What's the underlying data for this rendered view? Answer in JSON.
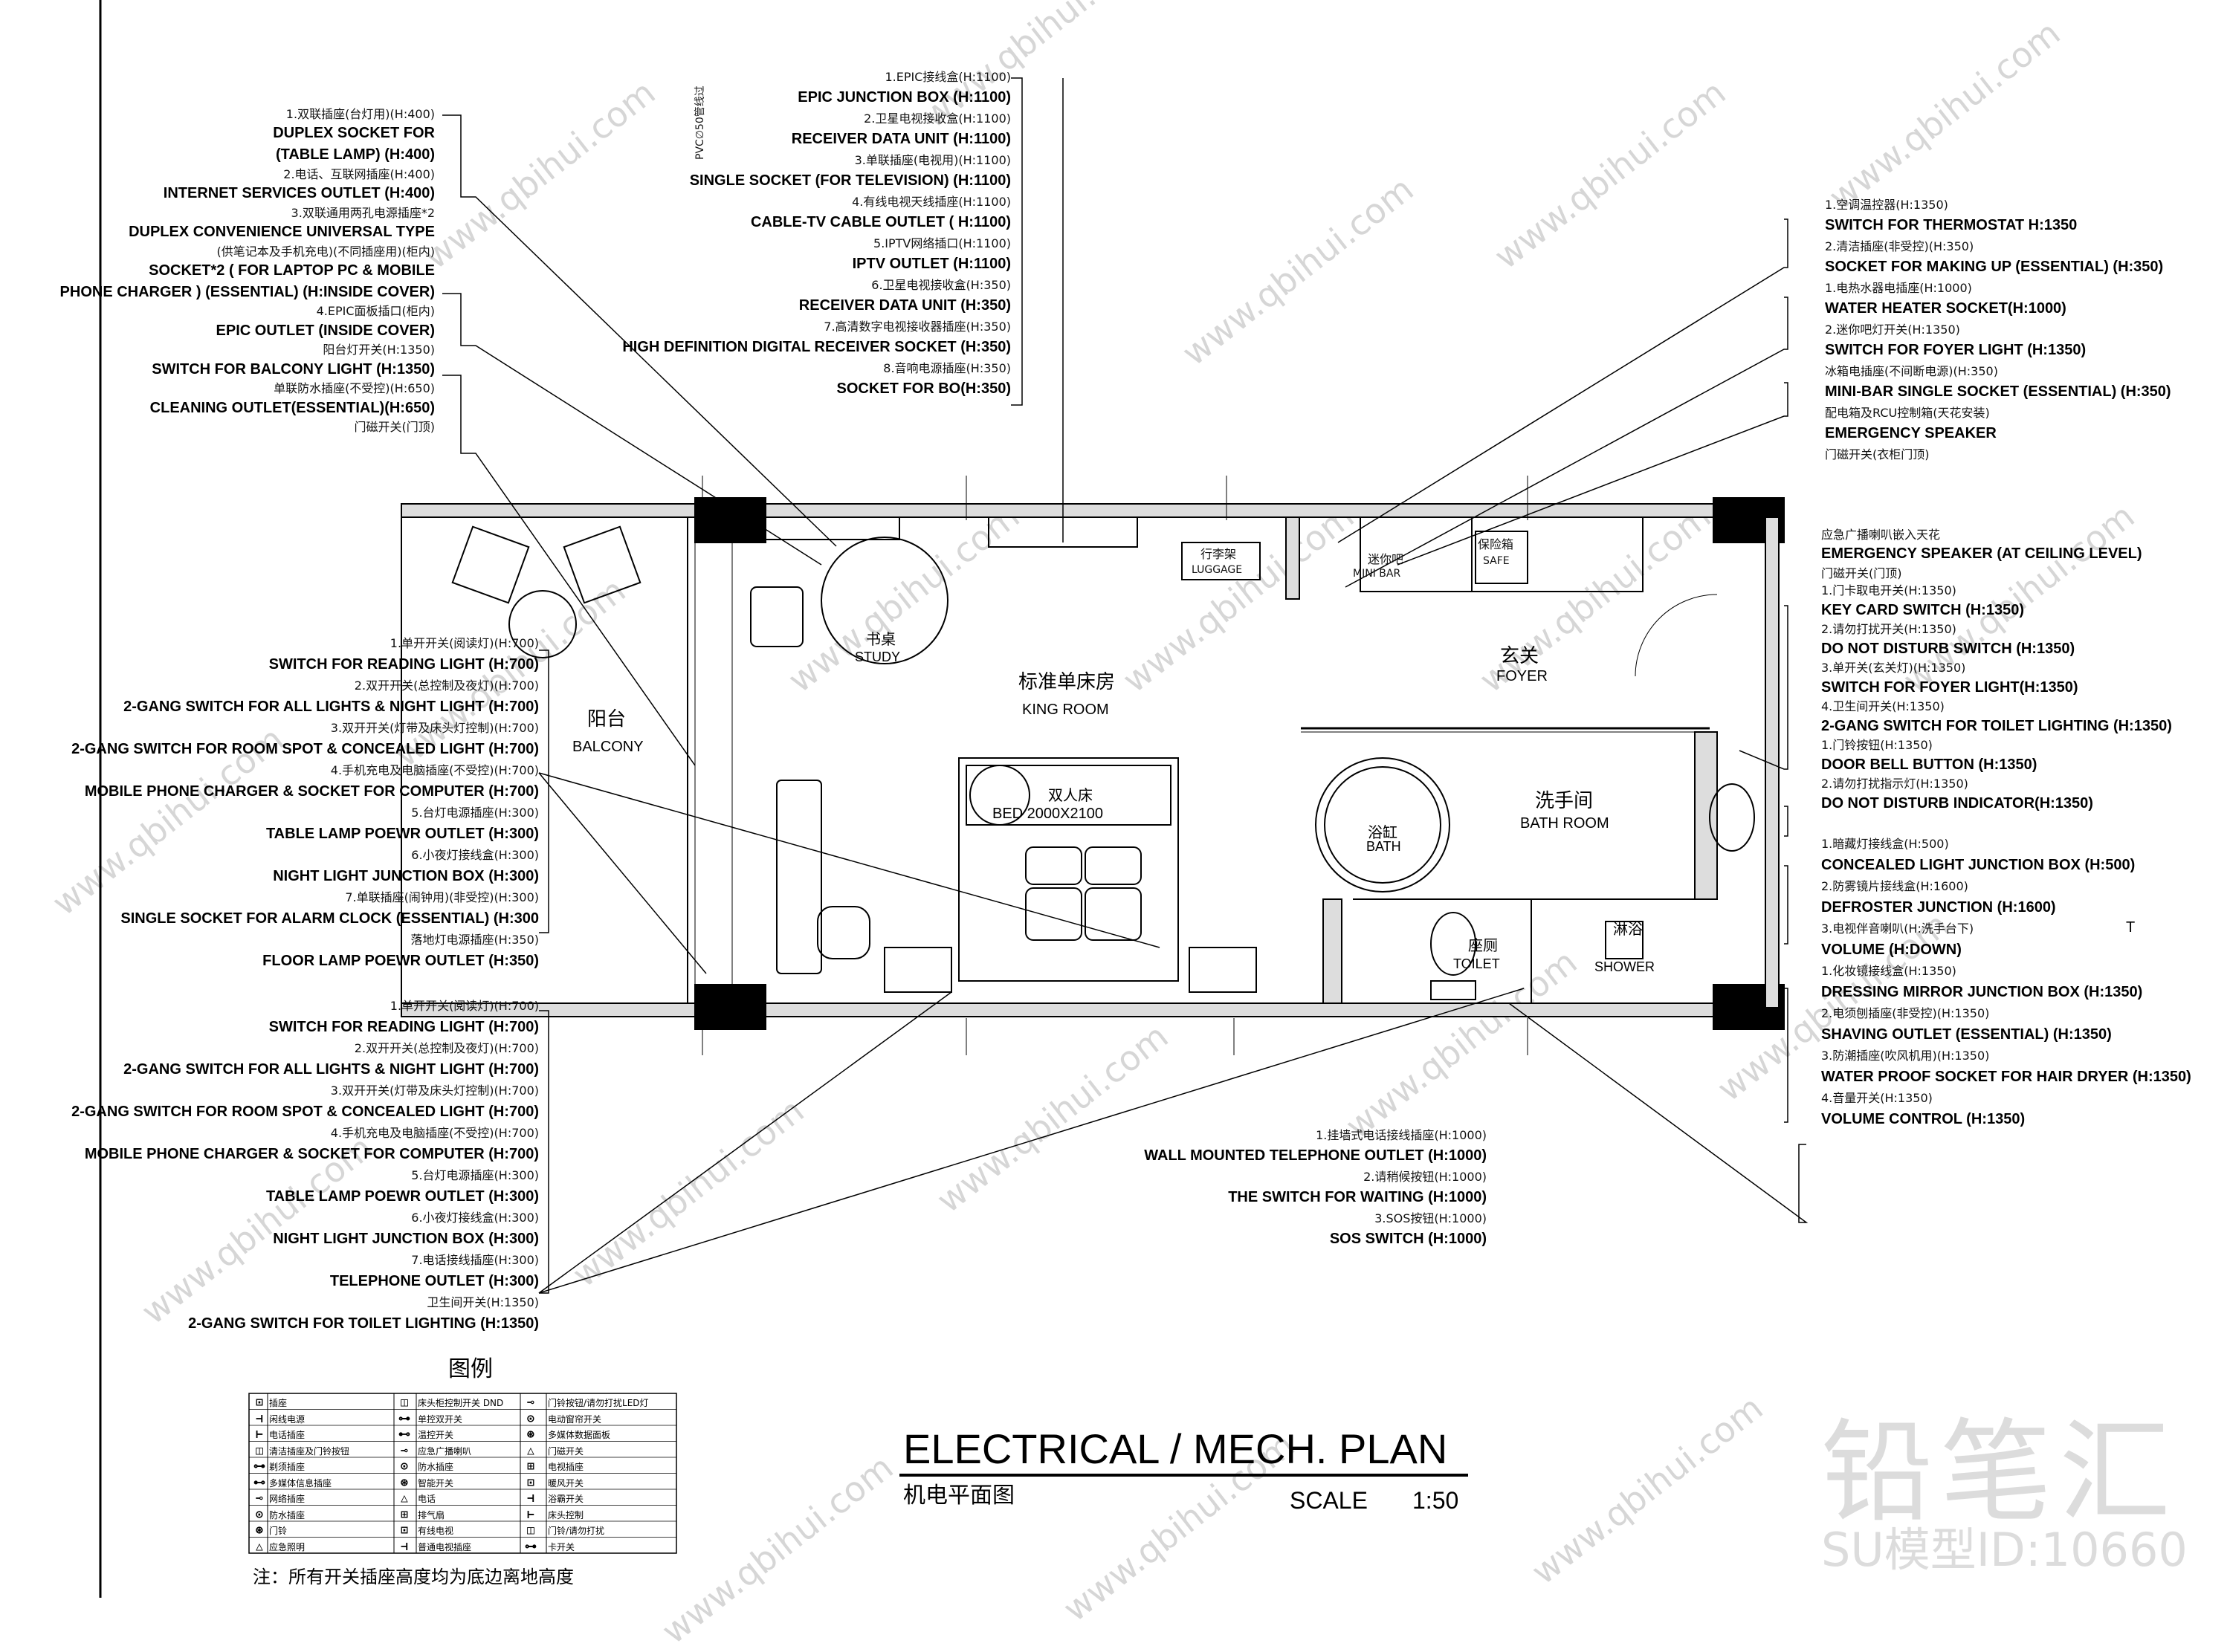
{
  "drawing": {
    "title": "ELECTRICAL / MECH. PLAN",
    "subtitle_cn": "机电平面图",
    "scale_label": "SCALE",
    "scale_value": "1:50",
    "pvc_note": "PVC∅50管线过"
  },
  "rooms": {
    "king_cn": "标准单床房",
    "king_en": "KING ROOM",
    "balcony_cn": "阳台",
    "balcony_en": "BALCONY",
    "study_cn": "书桌",
    "study_en": "STUDY",
    "bed_cn": "双人床",
    "bed_en": "BED 2000X2100",
    "foyer_cn": "玄关",
    "foyer_en": "FOYER",
    "bath_cn": "洗手间",
    "bath_en": "BATH ROOM",
    "tub_cn": "浴缸",
    "tub_en": "BATH",
    "toilet_cn": "座厕",
    "toilet_en": "TOILET",
    "shower_cn": "淋浴",
    "shower_en": "SHOWER",
    "luggage_cn": "行李架",
    "luggage_en": "LUGGAGE",
    "minibar_cn": "迷你吧",
    "minibar_en": "MINI BAR",
    "safe_cn": "保险箱",
    "safe_en": "SAFE",
    "t_mark": "T"
  },
  "annotations": {
    "top_center": [
      {
        "cn": "1.EPIC接线盒(H:1100)",
        "en": "EPIC JUNCTION BOX (H:1100)"
      },
      {
        "cn": "2.卫星电视接收盒(H:1100)",
        "en": "RECEIVER DATA UNIT  (H:1100)"
      },
      {
        "cn": "3.单联插座(电视用)(H:1100)",
        "en": "SINGLE SOCKET (FOR TELEVISION) (H:1100)"
      },
      {
        "cn": "4.有线电视天线插座(H:1100)",
        "en": "CABLE-TV CABLE OUTLET ( H:1100)"
      },
      {
        "cn": "5.IPTV网络插口(H:1100)",
        "en": "IPTV OUTLET (H:1100)"
      },
      {
        "cn": "6.卫星电视接收盒(H:350)",
        "en": "RECEIVER DATA UNIT  (H:350)"
      },
      {
        "cn": "7.高清数字电视接收器插座(H:350)",
        "en": "HIGH DEFINITION DIGITAL RECEIVER SOCKET  (H:350)"
      },
      {
        "cn": "8.音响电源插座(H:350)",
        "en": "SOCKET FOR BO(H:350)"
      }
    ],
    "top_left": [
      {
        "cn": "1.双联插座(台灯用)(H:400)",
        "en": "DUPLEX SOCKET FOR"
      },
      {
        "cn": "",
        "en": "(TABLE LAMP) (H:400)"
      },
      {
        "cn": "2.电话、互联网插座(H:400)",
        "en": "INTERNET SERVICES OUTLET (H:400)"
      },
      {
        "cn": "3.双联通用两孔电源插座*2",
        "en": "DUPLEX CONVENIENCE UNIVERSAL TYPE"
      },
      {
        "cn": "(供笔记本及手机充电)(不同插座用)(柜内)",
        "en": "SOCKET*2 ( FOR LAPTOP PC &  MOBILE"
      },
      {
        "cn": "",
        "en": "PHONE CHARGER ) (ESSENTIAL)  (H:INSIDE COVER)"
      },
      {
        "cn": "4.EPIC面板插口(柜内)",
        "en": "EPIC OUTLET (INSIDE COVER)"
      },
      {
        "cn": "阳台灯开关(H:1350)",
        "en": "SWITCH FOR BALCONY LIGHT  (H:1350)"
      },
      {
        "cn": "单联防水插座(不受控)(H:650)",
        "en": "CLEANING OUTLET(ESSENTIAL)(H:650)"
      },
      {
        "cn": "门磁开关(门顶)",
        "en": ""
      }
    ],
    "mid_left_1": [
      {
        "cn": "1.单开开关(阅读灯)(H:700)",
        "en": "SWITCH FOR READING LIGHT (H:700)"
      },
      {
        "cn": "2.双开开关(总控制及夜灯)(H:700)",
        "en": "2-GANG SWITCH  FOR  ALL LIGHTS & NIGHT LIGHT (H:700)"
      },
      {
        "cn": "3.双开开关(灯带及床头灯控制)(H:700)",
        "en": "2-GANG SWITCH FOR ROOM SPOT & CONCEALED LIGHT (H:700)"
      },
      {
        "cn": "4.手机充电及电脑插座(不受控)(H:700)",
        "en": "MOBILE PHONE CHARGER & SOCKET FOR COMPUTER (H:700)"
      },
      {
        "cn": "5.台灯电源插座(H:300)",
        "en": "TABLE LAMP POEWR OUTLET  (H:300)"
      },
      {
        "cn": "6.小夜灯接线盒(H:300)",
        "en": "NIGHT LIGHT JUNCTION BOX (H:300)"
      },
      {
        "cn": "7.单联插座(闹钟用)(非受控)(H:300)",
        "en": "SINGLE SOCKET FOR ALARM CLOCK (ESSENTIAL) (H:300"
      },
      {
        "cn": "落地灯电源插座(H:350)",
        "en": "FLOOR LAMP POEWR OUTLET  (H:350)"
      }
    ],
    "mid_left_2": [
      {
        "cn": "1.单开开关(阅读灯)(H:700)",
        "en": "SWITCH FOR READING LIGHT (H:700)"
      },
      {
        "cn": "2.双开开关(总控制及夜灯)(H:700)",
        "en": "2-GANG SWITCH  FOR  ALL LIGHTS & NIGHT LIGHT (H:700)"
      },
      {
        "cn": "3.双开开关(灯带及床头灯控制)(H:700)",
        "en": "2-GANG SWITCH FOR ROOM SPOT & CONCEALED LIGHT (H:700)"
      },
      {
        "cn": "4.手机充电及电脑插座(不受控)(H:700)",
        "en": "MOBILE PHONE CHARGER & SOCKET FOR COMPUTER (H:700)"
      },
      {
        "cn": "5.台灯电源插座(H:300)",
        "en": "TABLE LAMP POEWR OUTLET (H:300)"
      },
      {
        "cn": "6.小夜灯接线盒(H:300)",
        "en": "NIGHT LIGHT JUNCTION BOX (H:300)"
      },
      {
        "cn": "7.电话接线插座(H:300)",
        "en": "TELEPHONE OUTLET (H:300)"
      },
      {
        "cn": "卫生间开关(H:1350)",
        "en": "2-GANG SWITCH FOR TOILET LIGHTING  (H:1350)"
      }
    ],
    "right_top": [
      {
        "cn": "1.空调温控器(H:1350)",
        "en": "SWITCH FOR THERMOSTAT  H:1350"
      },
      {
        "cn": "2.清洁插座(非受控)(H:350)",
        "en": "SOCKET FOR MAKING UP (ESSENTIAL) (H:350)"
      },
      {
        "cn": "1.电热水器电插座(H:1000)",
        "en": "WATER HEATER SOCKET(H:1000)"
      },
      {
        "cn": "2.迷你吧灯开关(H:1350)",
        "en": "SWITCH FOR FOYER LIGHT (H:1350)"
      },
      {
        "cn": "冰箱电插座(不间断电源)(H:350)",
        "en": "MINI-BAR SINGLE SOCKET (ESSENTIAL) (H:350)"
      },
      {
        "cn": "配电箱及RCU控制箱(天花安装)",
        "en": "EMERGENCY SPEAKER"
      },
      {
        "cn": "门磁开关(衣柜门顶)",
        "en": ""
      }
    ],
    "right_mid": [
      {
        "cn": "应急广播喇叭嵌入天花",
        "en": "EMERGENCY SPEAKER  (AT CEILING LEVEL)"
      },
      {
        "cn": "门磁开关(门顶)",
        "en": ""
      },
      {
        "cn": "1.门卡取电开关(H:1350)",
        "en": "KEY CARD SWITCH (H:1350)"
      },
      {
        "cn": "2.请勿打扰开关(H:1350)",
        "en": "DO NOT DISTURB SWITCH (H:1350)"
      },
      {
        "cn": "3.单开关(玄关灯)(H:1350)",
        "en": "SWITCH FOR FOYER LIGHT(H:1350)"
      },
      {
        "cn": "4.卫生间开关(H:1350)",
        "en": "2-GANG SWITCH FOR TOILET LIGHTING  (H:1350)"
      },
      {
        "cn": "1.门铃按钮(H:1350)",
        "en": "DOOR BELL BUTTON  (H:1350)"
      },
      {
        "cn": "2.请勿打扰指示灯(H:1350)",
        "en": "DO NOT DISTURB INDICATOR(H:1350)"
      }
    ],
    "right_bath": [
      {
        "cn": "1.暗藏灯接线盒(H:500)",
        "en": "CONCEALED LIGHT JUNCTION BOX (H:500)"
      },
      {
        "cn": "2.防雾镜片接线盒(H:1600)",
        "en": "DEFROSTER  JUNCTION  (H:1600)"
      },
      {
        "cn": "3.电视伴音喇叭(H:洗手台下)",
        "en": "VOLUME   (H:DOWN)"
      },
      {
        "cn": "1.化妆镜接线盒(H:1350)",
        "en": "DRESSING MIRROR JUNCTION BOX (H:1350)"
      },
      {
        "cn": "2.电须刨插座(非受控)(H:1350)",
        "en": "SHAVING OUTLET (ESSENTIAL) (H:1350)"
      },
      {
        "cn": "3.防潮插座(吹风机用)(H:1350)",
        "en": "WATER PROOF SOCKET FOR HAIR DRYER (H:1350)"
      },
      {
        "cn": "4.音量开关(H:1350)",
        "en": "VOLUME CONTROL  (H:1350)"
      }
    ],
    "right_bottom": [
      {
        "cn": "1.挂墙式电话接线插座(H:1000)",
        "en": "WALL MOUNTED TELEPHONE OUTLET (H:1000)"
      },
      {
        "cn": "2.请稍候按钮(H:1000)",
        "en": "THE SWITCH FOR WAITING  (H:1000)"
      },
      {
        "cn": "3.SOS按钮(H:1000)",
        "en": "SOS SWITCH  (H:1000)"
      }
    ]
  },
  "legend": {
    "title": "图例",
    "symbols": [
      "⊡",
      "⊣",
      "⊢",
      "◫",
      "⊶",
      "⊷",
      "⊸",
      "⊙",
      "⊛",
      "△",
      "⊞"
    ],
    "rows": [
      {
        "c1": "插座",
        "c2": "床头柜控制开关 DND",
        "c3": "门铃按钮/请勿打扰LED灯"
      },
      {
        "c1": "闲线电源",
        "c2": "单控双开关",
        "c3": "电动窗帘开关"
      },
      {
        "c1": "电话插座",
        "c2": "温控开关",
        "c3": "多媒体数据面板"
      },
      {
        "c1": "清洁插座及门铃按钮",
        "c2": "应急广播喇叭",
        "c3": "门磁开关"
      },
      {
        "c1": "剃须插座",
        "c2": "防水插座",
        "c3": "电视插座"
      },
      {
        "c1": "多媒体信息插座",
        "c2": "智能开关",
        "c3": "暖风开关"
      },
      {
        "c1": "网络插座",
        "c2": "电话",
        "c3": "浴霸开关"
      },
      {
        "c1": "防水插座",
        "c2": "排气扇",
        "c3": "床头控制"
      },
      {
        "c1": "门铃",
        "c2": "有线电视",
        "c3": "门铃/请勿打扰"
      },
      {
        "c1": "应急照明",
        "c2": "普通电视插座",
        "c3": "卡开关"
      }
    ],
    "note": "注：所有开关插座高度均为底边离地高度"
  },
  "watermark": {
    "site": "www.qbihui.com",
    "brand": "铅笔汇",
    "model_id": "SU模型ID:10660"
  }
}
